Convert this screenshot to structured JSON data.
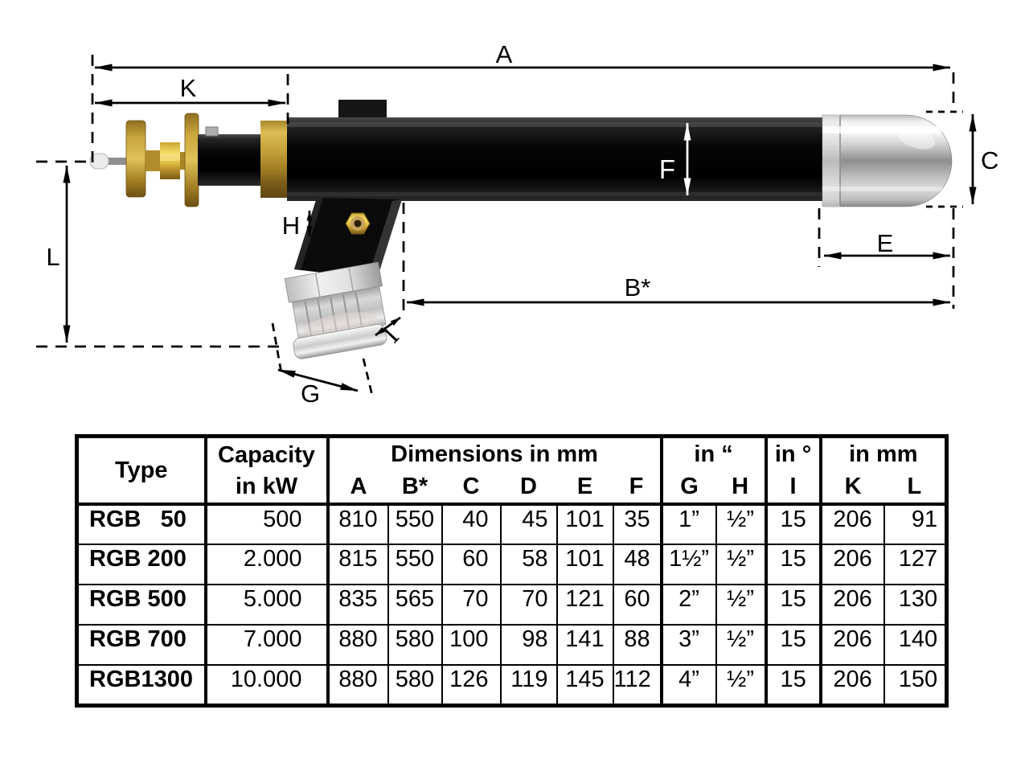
{
  "figure": {
    "labels": {
      "a": "A",
      "k": "K",
      "c": "C",
      "e": "E",
      "f": "F",
      "b_star": "B*",
      "h": "H",
      "l": "L",
      "g": "G",
      "i": "I"
    }
  },
  "table": {
    "header": {
      "type": "Type",
      "capacity_line1": "Capacity",
      "capacity_line2": "in kW",
      "group_mm": "Dimensions in mm",
      "group_inch": "in “",
      "group_deg": "in °",
      "group_mm2": "in mm",
      "cols_mm": [
        "A",
        "B*",
        "C",
        "D",
        "E",
        "F"
      ],
      "cols_inch": [
        "G",
        "H"
      ],
      "cols_deg": [
        "I"
      ],
      "cols_mm2": [
        "K",
        "L"
      ]
    },
    "rows": [
      [
        "RGB   50",
        "500",
        "810",
        "550",
        "40",
        "45",
        "101",
        "35",
        "1”",
        "½”",
        "15",
        "206",
        "91"
      ],
      [
        "RGB 200",
        "2.000",
        "815",
        "550",
        "60",
        "58",
        "101",
        "48",
        "1½”",
        "½”",
        "15",
        "206",
        "127"
      ],
      [
        "RGB 500",
        "5.000",
        "835",
        "565",
        "70",
        "70",
        "121",
        "60",
        "2”",
        "½”",
        "15",
        "206",
        "130"
      ],
      [
        "RGB 700",
        "7.000",
        "880",
        "580",
        "100",
        "98",
        "141",
        "88",
        "3”",
        "½”",
        "15",
        "206",
        "140"
      ],
      [
        "RGB1300",
        "10.000",
        "880",
        "580",
        "126",
        "119",
        "145",
        "112",
        "4”",
        "½”",
        "15",
        "206",
        "150"
      ]
    ]
  }
}
